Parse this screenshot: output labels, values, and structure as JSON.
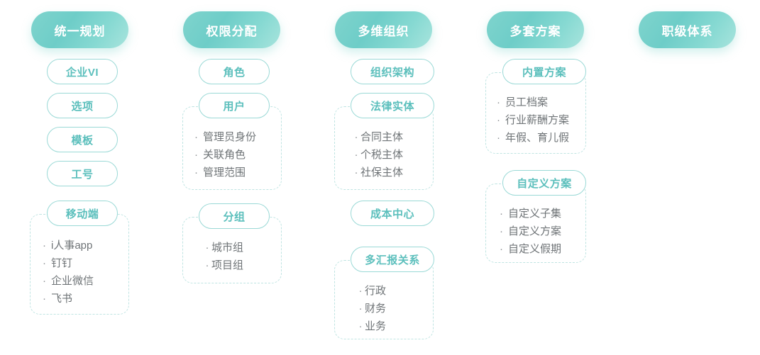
{
  "diagram": {
    "title": "",
    "colors": {
      "header_gradient_start": "#7fd4cd",
      "header_gradient_end": "#a8e4dd",
      "pill_border": "#9ad9d6",
      "pill_text": "#5bbfbc",
      "dashed_border": "#bfe4e2",
      "list_text": "#6f7477",
      "background": "#ffffff"
    },
    "columns": [
      {
        "header": "统一规划",
        "pills": [
          {
            "label": "企业VI"
          },
          {
            "label": "选项"
          },
          {
            "label": "模板"
          },
          {
            "label": "工号"
          },
          {
            "label": "移动端",
            "items": [
              "i人事app",
              "钉钉",
              "企业微信",
              "飞书"
            ],
            "align": "left"
          }
        ]
      },
      {
        "header": "权限分配",
        "pills": [
          {
            "label": "角色"
          },
          {
            "label": "用户",
            "items": [
              "管理员身份",
              "关联角色",
              "管理范围"
            ],
            "align": "left"
          },
          {
            "label": "分组",
            "items": [
              "城市组",
              "项目组"
            ],
            "align": "center"
          }
        ]
      },
      {
        "header": "多维组织",
        "pills": [
          {
            "label": "组织架构"
          },
          {
            "label": "法律实体",
            "items": [
              "合同主体",
              "个税主体",
              "社保主体"
            ],
            "align": "center"
          },
          {
            "label": "成本中心"
          },
          {
            "label": "多汇报关系",
            "items": [
              "行政",
              "财务",
              "业务"
            ],
            "align": "center"
          }
        ]
      },
      {
        "header": "多套方案",
        "pills": [
          {
            "label": "内置方案",
            "items": [
              "员工档案",
              "行业薪酬方案",
              "年假、育儿假"
            ],
            "align": "left"
          },
          {
            "label": "自定义方案",
            "items": [
              "自定义子集",
              "自定义方案",
              "自定义假期"
            ],
            "align": "left"
          }
        ]
      },
      {
        "header": "职级体系",
        "pills": []
      }
    ]
  }
}
